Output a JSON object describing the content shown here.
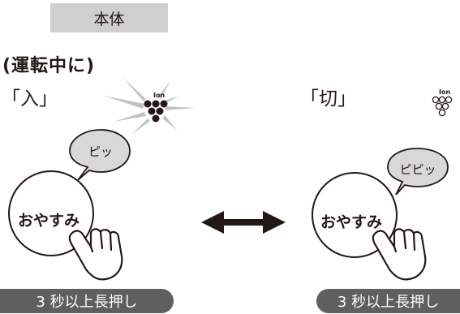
{
  "section_tab": "本体",
  "heading": "(運転中に)",
  "on_panel": {
    "state_label": "「入」",
    "indicator_icon": "ion-grape-icon (lit)",
    "bubble_text": "ピッ",
    "button_label": "おやすみ",
    "hold_label": "3 秒以上長押し"
  },
  "off_panel": {
    "state_label": "「切」",
    "indicator_icon": "ion-grape-icon (unlit)",
    "bubble_text": "ピピッ",
    "button_label": "おやすみ",
    "hold_label": "3 秒以上長押し"
  },
  "indicator_text": "Ion",
  "toggle_icon": "double-arrow-icon",
  "colors": {
    "tab_bg": "#cfcfcf",
    "pill_bg": "#5f5f5f",
    "ink": "#231815",
    "bubble_fill": "#d8d8d8",
    "ray": "#b5b5b5"
  }
}
